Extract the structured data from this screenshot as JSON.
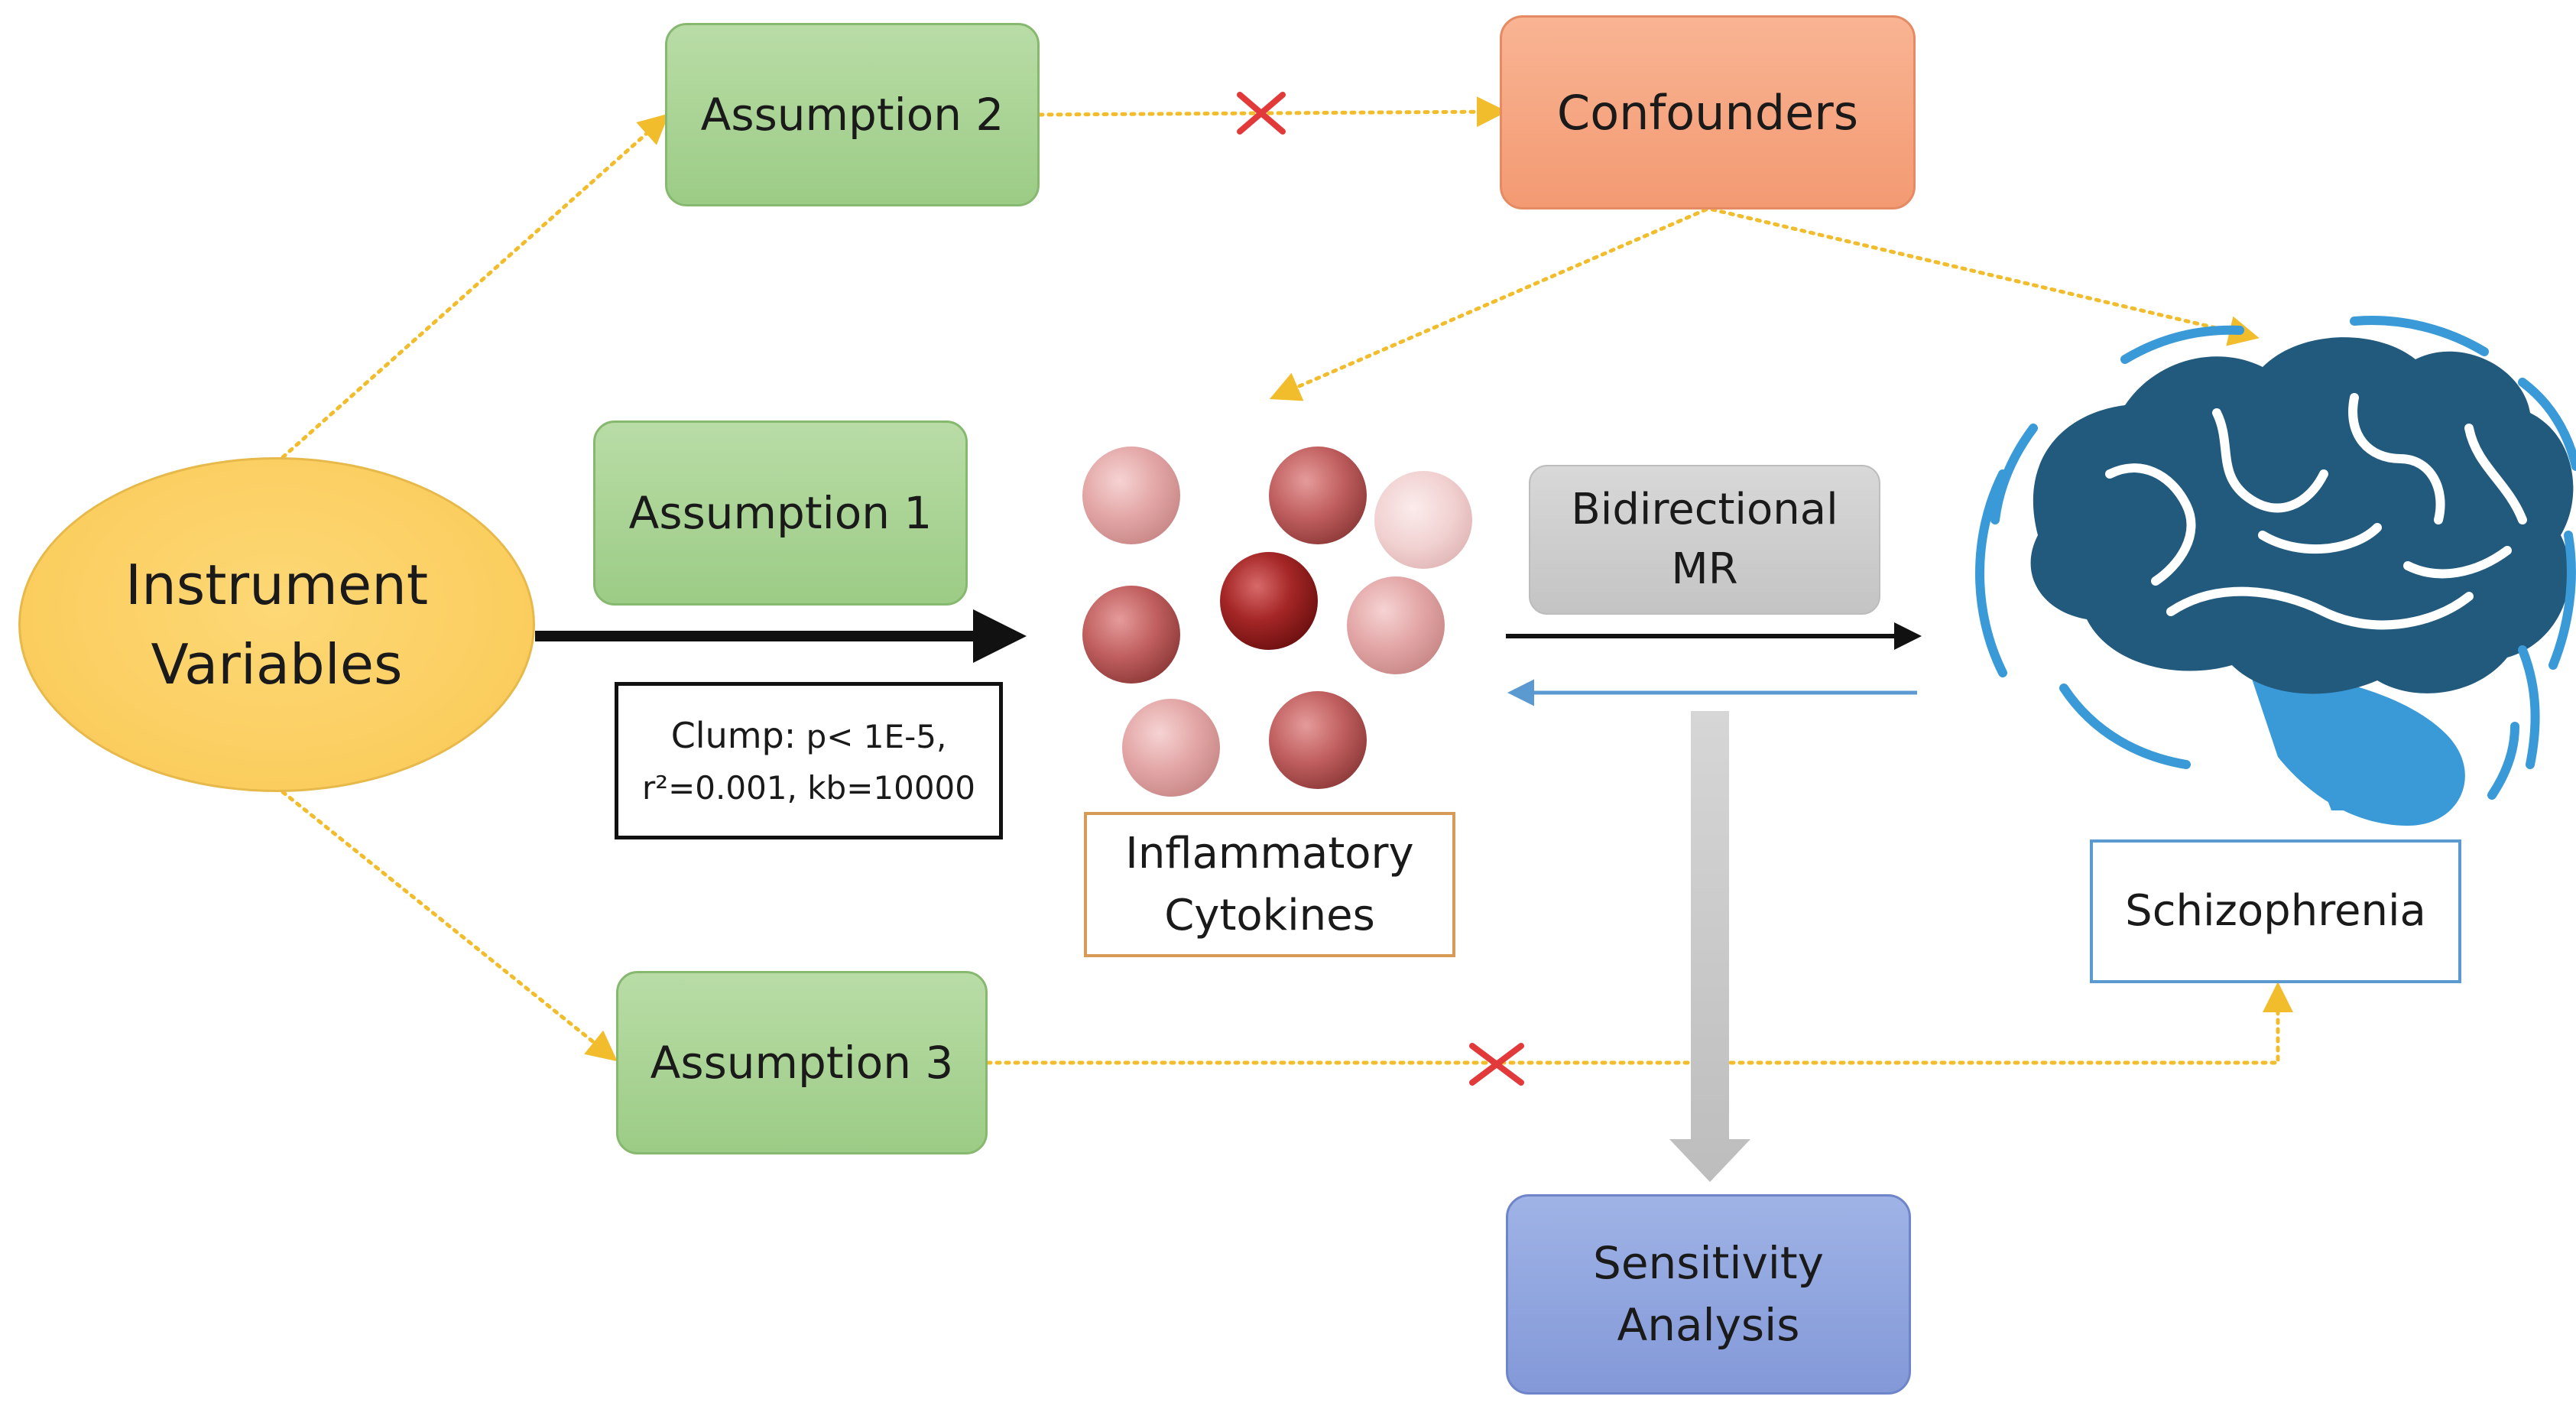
{
  "nodes": {
    "instrument": {
      "line1": "Instrument",
      "line2": "Variables"
    },
    "assumption1": "Assumption 1",
    "assumption2": "Assumption 2",
    "assumption3": "Assumption 3",
    "confounders": "Confounders",
    "clump": {
      "word": "Clump:",
      "criteria1": "p< 1E-5,",
      "criteria2": "r²=0.001, kb=10000"
    },
    "cytokines": {
      "line1": "Inflammatory",
      "line2": "Cytokines"
    },
    "bidirectional": {
      "line1": "Bidirectional",
      "line2": "MR"
    },
    "schizophrenia": "Schizophrenia",
    "sensitivity": {
      "line1": "Sensitivity",
      "line2": "Analysis"
    }
  },
  "icons": {
    "cytokine_cluster": "cytokine-molecules-icon",
    "brain": "brain-icon",
    "blocked": "red-x-icon"
  },
  "colors": {
    "dotted_arrow": "#f2bd2c",
    "blocked_mark": "#e23a3a",
    "forward_arrow": "#111111",
    "reverse_arrow": "#5a9ad0",
    "brain_dark": "#215a7c",
    "brain_light": "#3a9ad8"
  }
}
